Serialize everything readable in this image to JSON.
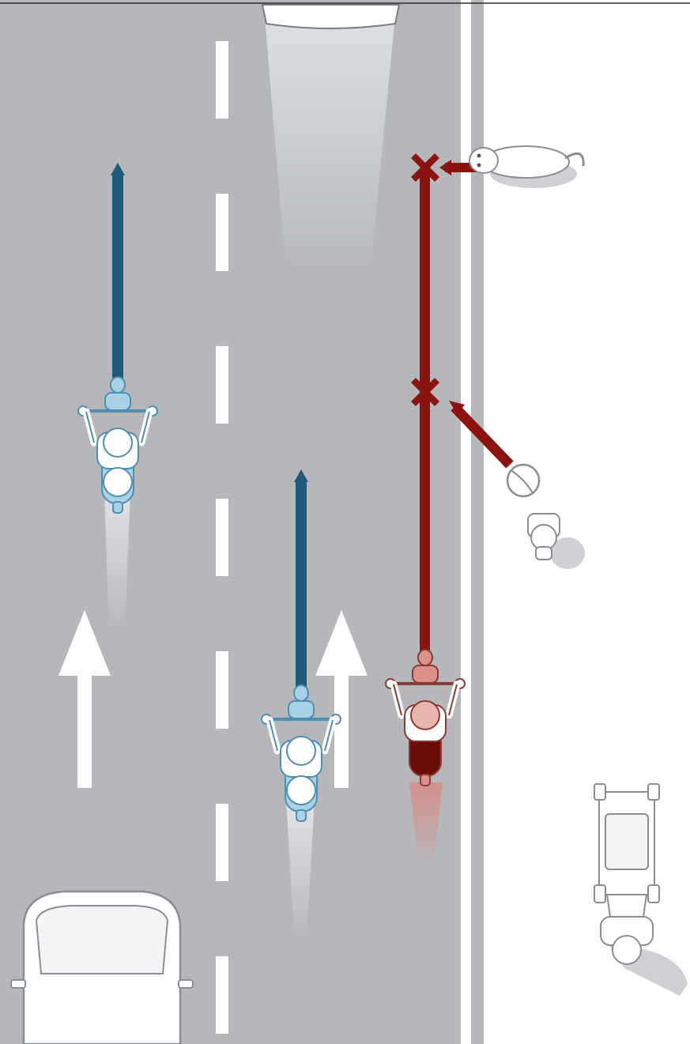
{
  "scene": {
    "road_color": "#b5b7bb",
    "shoulder_line_color": "#ffffff",
    "lane_marking_color": "#ffffff",
    "sidewalk_color": "#ffffff",
    "safe_path_color": "#1f5a78",
    "danger_path_color": "#8b1410",
    "safe_rider_color": "#a8d2e6",
    "danger_rider_color": "#d9918a",
    "shadow_color": "#9a9ca0"
  },
  "icons": {
    "car_top": "car-icon",
    "car_bottom": "car-icon",
    "dog": "dog-icon",
    "ball": "ball-icon",
    "child": "child-icon",
    "stroller": "stroller-icon",
    "collision_marks": [
      "x-mark-icon",
      "x-mark-icon"
    ],
    "direction_arrows": [
      "up-arrow-icon",
      "up-arrow-icon"
    ],
    "riders": [
      {
        "role": "safe",
        "icon": "motorcycle-rider-icon"
      },
      {
        "role": "safe",
        "icon": "motorcycle-rider-icon"
      },
      {
        "role": "danger",
        "icon": "motorcycle-rider-icon"
      }
    ]
  }
}
